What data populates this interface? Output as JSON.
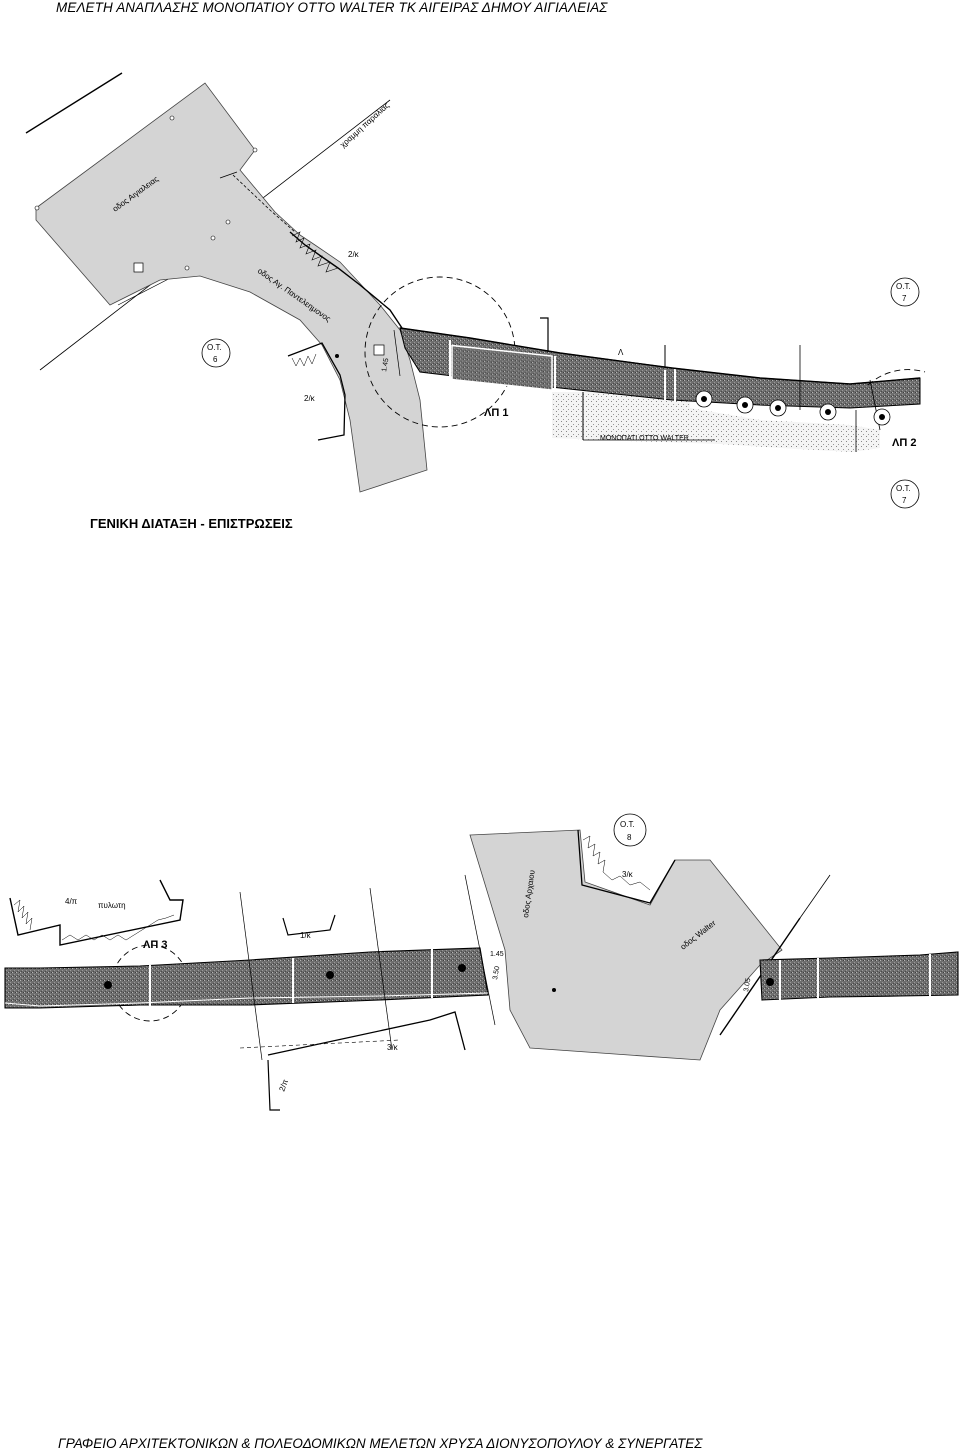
{
  "header": {
    "title": "ΜΕΛΕΤΗ ΑΝΑΠΛΑΣΗΣ ΜΟΝΟΠΑΤΙΟΥ ΟΤΤΟ WALTER ΤΚ ΑΙΓΕΙΡΑΣ ΔΗΜΟΥ ΑΙΓΙΑΛΕΙΑΣ"
  },
  "footer": {
    "text": "ΓΡΑΦΕΙΟ ΑΡΧΙΤΕΚΤΟΝΙΚΩΝ & ΠΟΛΕΟΔΟΜΙΚΩΝ ΜΕΛΕΤΩΝ ΧΡΥΣΑ ΔΙΟΝΥΣΟΠΟΥΛΟΥ & ΣΥΝΕΡΓΑΤΕΣ"
  },
  "plan_top": {
    "title": "ΓΕΝΙΚΗ ΔΙΑΤΑΞΗ - ΕΠΙΣΤΡΩΣΕΙΣ",
    "street_aigialeias": "οδος Αιγιαλειας",
    "street_pantelemonos": "οδος Αγ. Παντελεημονος",
    "coast_line": "χραμμη παραλιας",
    "path_name": "ΜΟΝΟΠΑΤΙ ΟΤΤΟ WALTER",
    "lp1": "ΛΠ 1",
    "lp2": "ΛΠ 2",
    "floors_a": "2/κ",
    "floors_b": "2/κ",
    "lambda": "Λ",
    "dim_145": "1.45",
    "ot6": {
      "l1": "Ο.Τ.",
      "l2": "6"
    },
    "ot7a": {
      "l1": "Ο.Τ.",
      "l2": "7"
    },
    "ot7b": {
      "l1": "Ο.Τ.",
      "l2": "7"
    }
  },
  "plan_bottom": {
    "lp3": "ΛΠ 3",
    "floors_4p": "4/π",
    "pilotis": "πυλωτη",
    "floors_1k": "1/κ",
    "floors_3k_a": "3/κ",
    "floors_3k_b": "3/κ",
    "floors_2p": "2/π",
    "street_archaiou": "οδος Αρχαιου",
    "street_walter": "οδος Walter",
    "dim_145": "1.45",
    "dim_350": "3.50",
    "dim_305": "3.05",
    "ot8": {
      "l1": "Ο.Τ.",
      "l2": "8"
    }
  }
}
